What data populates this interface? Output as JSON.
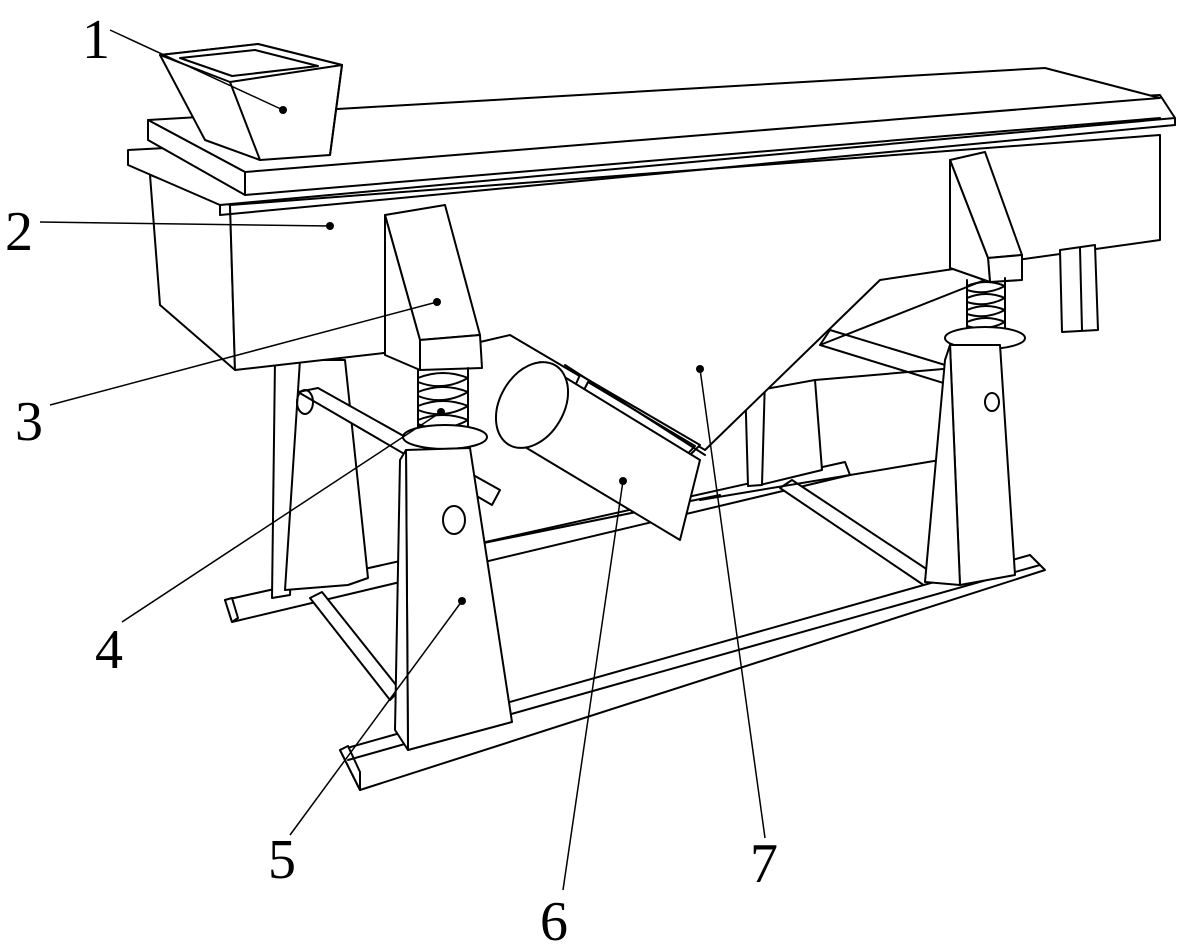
{
  "labels": [
    {
      "id": "1",
      "text": "1"
    },
    {
      "id": "2",
      "text": "2"
    },
    {
      "id": "3",
      "text": "3"
    },
    {
      "id": "4",
      "text": "4"
    },
    {
      "id": "5",
      "text": "5"
    },
    {
      "id": "6",
      "text": "6"
    },
    {
      "id": "7",
      "text": "7"
    }
  ],
  "colors": {
    "line": "#000000",
    "background": "#ffffff"
  }
}
